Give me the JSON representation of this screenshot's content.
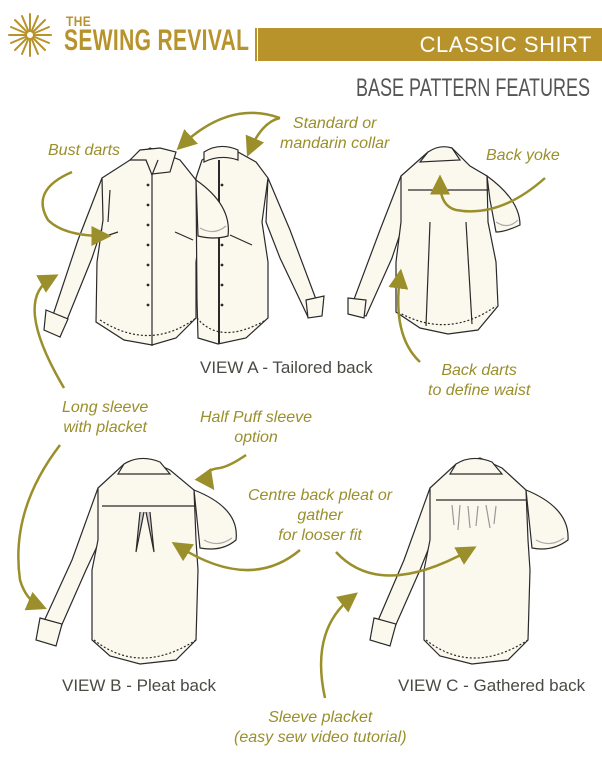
{
  "header": {
    "logo_icon": "sunburst-needles-icon",
    "brand_small": "THE",
    "brand_large": "SEWING REVIVAL",
    "banner_title": "CLASSIC SHIRT",
    "subtitle": "BASE PATTERN FEATURES"
  },
  "colors": {
    "brand_gold": "#b8922a",
    "annotation_olive": "#9a8f2a",
    "garment_fill": "#fbf8ee",
    "outline": "#2a2a2a",
    "view_label": "#4a4a44"
  },
  "annotations": {
    "bust_darts": "Bust darts",
    "collar_line1": "Standard or",
    "collar_line2": "mandarin collar",
    "back_yoke": "Back yoke",
    "back_darts_line1": "Back darts",
    "back_darts_line2": "to define waist",
    "long_sleeve_line1": "Long sleeve",
    "long_sleeve_line2": "with placket",
    "half_puff_line1": "Half Puff sleeve",
    "half_puff_line2": "option",
    "centre_back_line1": "Centre back pleat or",
    "centre_back_line2": "gather",
    "centre_back_line3": "for looser fit",
    "placket_line1": "Sleeve placket",
    "placket_line2": "(easy sew video tutorial)"
  },
  "views": {
    "a": "VIEW A - Tailored back",
    "b": "VIEW B - Pleat back",
    "c": "VIEW C - Gathered back"
  }
}
